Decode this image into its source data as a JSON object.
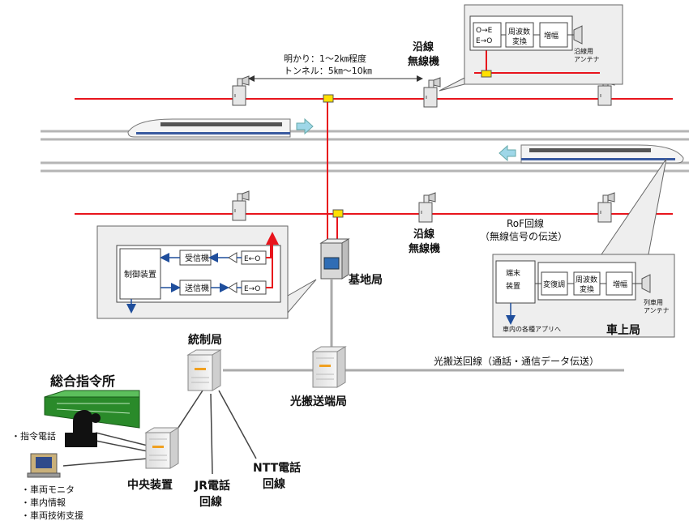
{
  "wayside_station": {
    "title_line1": "沿線",
    "title_line2": "無線機",
    "detail": {
      "oe": "O→E",
      "eo": "E→O",
      "freq_conv_line1": "周波数",
      "freq_conv_line2": "変換",
      "amp": "増幅",
      "antenna_line1": "沿線用",
      "antenna_line2": "アンテナ"
    }
  },
  "spacing_note": {
    "open_section": "明かり：1～2㎞程度",
    "tunnel": "トンネル：5㎞～10㎞"
  },
  "rof_line": {
    "line1": "RoF回線",
    "line2": "（無線信号の伝送）"
  },
  "base_station": {
    "title": "基地局",
    "detail": {
      "controller": "制御装置",
      "receiver": "受信機",
      "transmitter": "送信機",
      "eo": "E←O",
      "oe": "E→O"
    }
  },
  "onboard_station": {
    "title": "車上局",
    "terminal_line1": "端末",
    "terminal_line2": "装置",
    "modem": "変復調",
    "freq_conv_line1": "周波数",
    "freq_conv_line2": "変換",
    "amp": "増幅",
    "antenna_line1": "列車用",
    "antenna_line2": "アンテナ",
    "apps": "車内の各種アプリへ"
  },
  "network": {
    "control_station": "統制局",
    "optical_terminal": "光搬送端局",
    "optical_line": "光搬送回線（通話・通信データ伝送）",
    "central_unit": "中央装置",
    "jr_line1": "JR電話",
    "jr_line2": "回線",
    "ntt_line1": "NTT電話",
    "ntt_line2": "回線"
  },
  "command_center": {
    "title": "総合指令所",
    "dispatch_phone": "・指令電話",
    "items": [
      "・車両モニタ",
      "・車内情報",
      "・車両技術支援"
    ]
  },
  "colors": {
    "rof_red": "#e8141c",
    "connector_yellow": "#ffe000",
    "arrow_blue": "#1f4e9c",
    "panel_gray": "#eeeeee",
    "track_gray": "#b5b5b5",
    "monitor_green": "#2a8a2a"
  }
}
